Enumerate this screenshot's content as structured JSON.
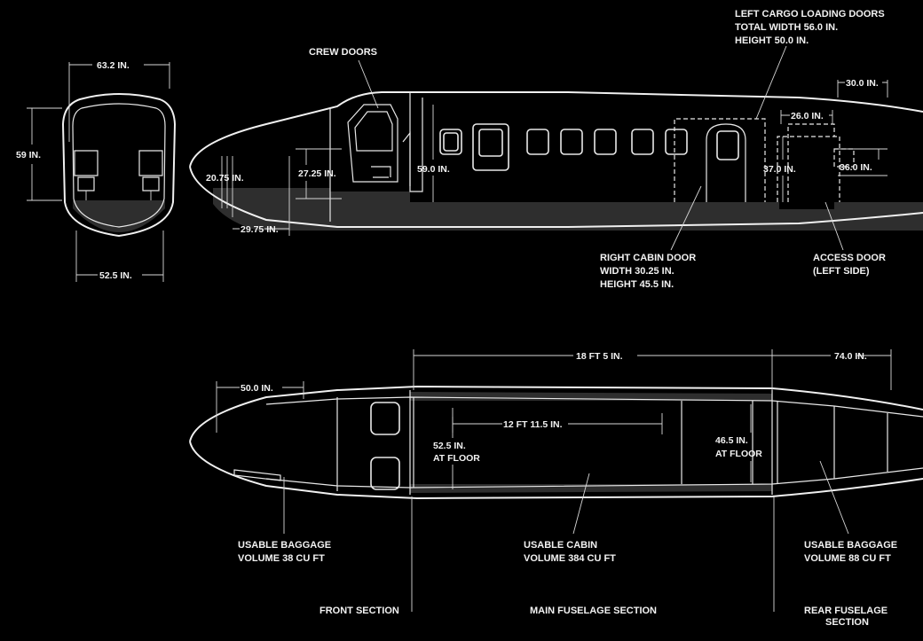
{
  "dimensions": {
    "width_top": "63.2 IN.",
    "height_left": "59 IN.",
    "width_bottom": "52.5 IN.",
    "nose_height": "20.75 IN.",
    "nose_width": "29.75 IN.",
    "crew_height": "27.25 IN.",
    "cabin_height": "59.0 IN.",
    "cargo_width_top": "30.0 IN.",
    "cargo_inner_width": "26.0 IN.",
    "cargo_height_left": "37.0 IN.",
    "cargo_height_right": "36.0 IN.",
    "main_length": "18 FT 5 IN.",
    "rear_length": "74.0 IN.",
    "front_length": "50.0 IN.",
    "cabin_floor_length": "12 FT 11.5 IN.",
    "front_floor_width_value": "52.5 IN.",
    "front_floor_width_note": "AT FLOOR",
    "rear_floor_width_value": "46.5 IN.",
    "rear_floor_width_note": "AT FLOOR"
  },
  "callouts": {
    "crew_doors": "CREW DOORS",
    "left_cargo": [
      "LEFT CARGO LOADING DOORS",
      "TOTAL WIDTH 56.0 IN.",
      "HEIGHT 50.0 IN."
    ],
    "right_cabin_door": [
      "RIGHT CABIN DOOR",
      "WIDTH 30.25 IN.",
      "HEIGHT 45.5 IN."
    ],
    "access_door": [
      "ACCESS DOOR",
      "(LEFT SIDE)"
    ],
    "baggage_front": [
      "USABLE BAGGAGE",
      "VOLUME 38 CU FT"
    ],
    "usable_cabin": [
      "USABLE CABIN",
      "VOLUME 384 CU FT"
    ],
    "baggage_rear": [
      "USABLE BAGGAGE",
      "VOLUME 88 CU FT"
    ]
  },
  "sections": {
    "front": "FRONT SECTION",
    "main": "MAIN FUSELAGE SECTION",
    "rear": [
      "REAR FUSELAGE",
      "SECTION"
    ]
  },
  "colors": {
    "background": "#000000",
    "lines": "#e8e8e8",
    "floor_fill": "#2e2e2e"
  }
}
